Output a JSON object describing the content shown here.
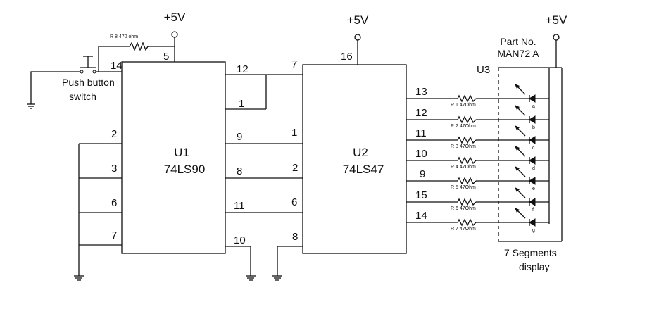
{
  "power": {
    "u1": "+5V",
    "u2": "+5V",
    "display": "+5V"
  },
  "u1": {
    "ref": "U1",
    "part": "74LS90",
    "pins": {
      "p14": "14",
      "p5": "5",
      "p12": "12",
      "p1": "1",
      "p2": "2",
      "p3": "3",
      "p6": "6",
      "p7": "7",
      "p9": "9",
      "p8": "8",
      "p11": "11",
      "p10": "10"
    }
  },
  "u2": {
    "ref": "U2",
    "part": "74LS47",
    "pins": {
      "p7": "7",
      "p16": "16",
      "p1": "1",
      "p2": "2",
      "p6": "6",
      "p8": "8",
      "p13": "13",
      "p12": "12",
      "p11": "11",
      "p10": "10",
      "p9": "9",
      "p15": "15",
      "p14": "14"
    }
  },
  "r8": {
    "label": "R 8  470 ohm"
  },
  "switch": {
    "line1": "Push button",
    "line2": "switch"
  },
  "display": {
    "ref": "U3",
    "part_line1": "Part No.",
    "part_line2": "MAN72 A",
    "caption_line1": "7  Segments",
    "caption_line2": "display"
  },
  "resistors": [
    {
      "label": "R  1  47Ohm"
    },
    {
      "label": "R  2  47Ohm"
    },
    {
      "label": "R  3  47Ohm"
    },
    {
      "label": "R  4  47Ohm"
    },
    {
      "label": "R  5  47Ohm"
    },
    {
      "label": "R  6  47Ohm"
    },
    {
      "label": "R  7  47Ohm"
    }
  ],
  "segments": [
    "a",
    "b",
    "c",
    "d",
    "e",
    "f",
    "g"
  ]
}
